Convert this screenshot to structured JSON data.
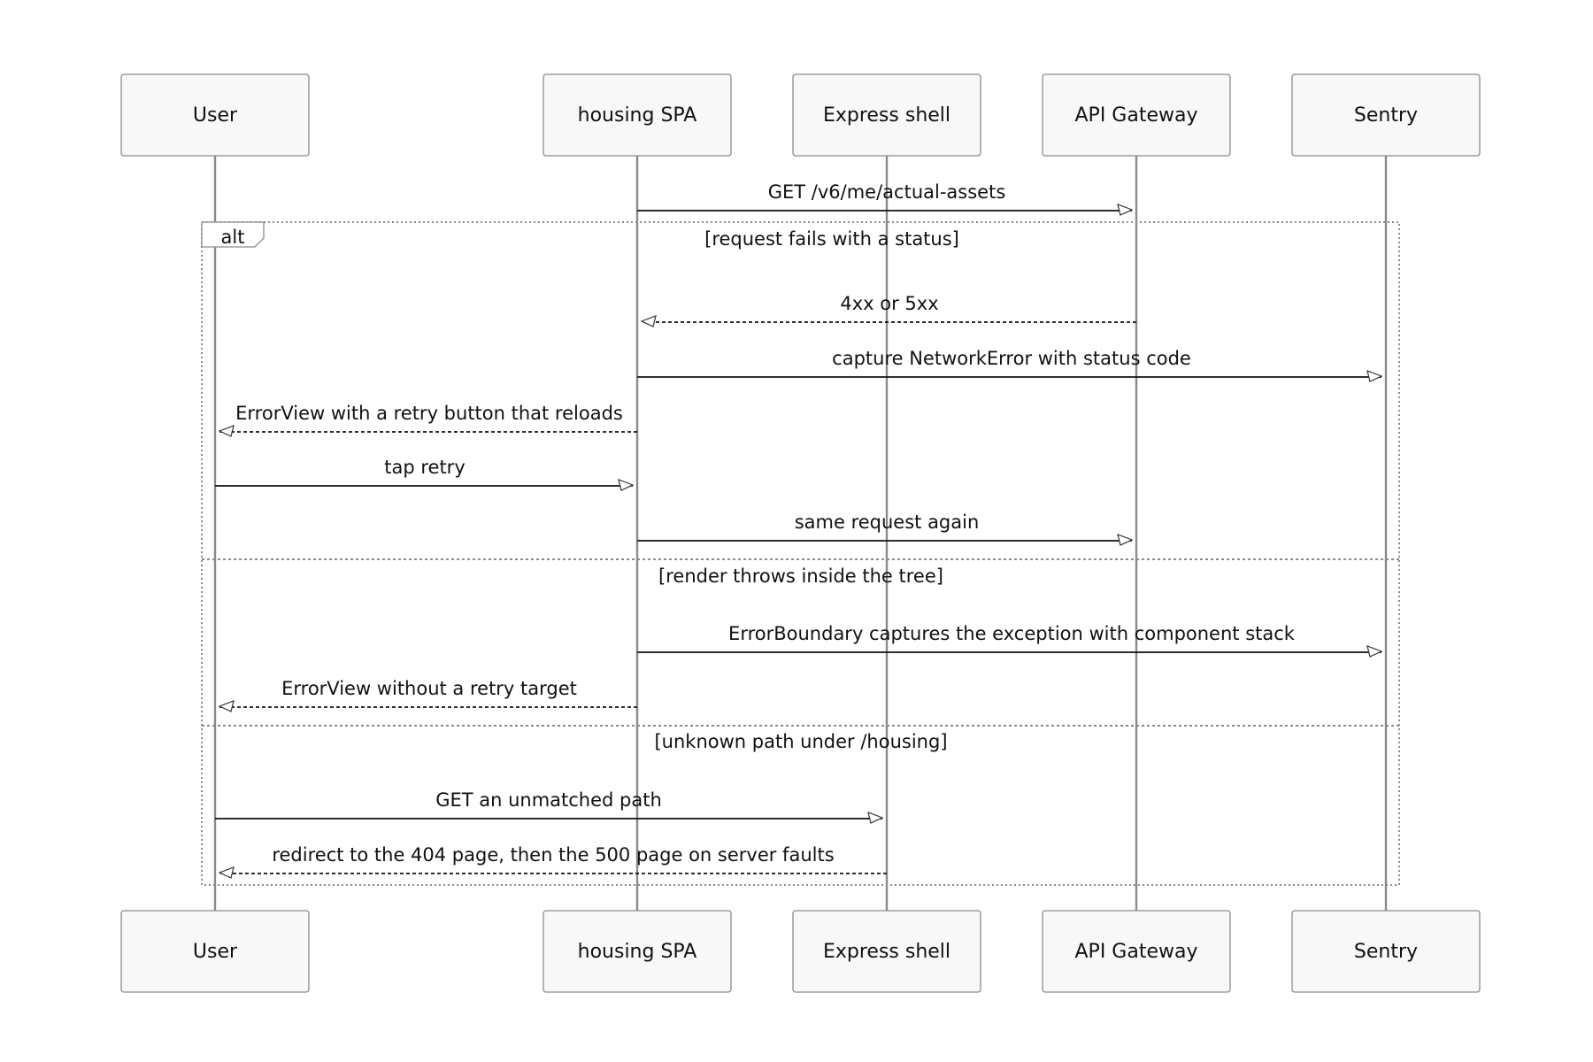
{
  "participants": [
    {
      "id": "user",
      "label": "User"
    },
    {
      "id": "spa",
      "label": "housing SPA"
    },
    {
      "id": "express",
      "label": "Express shell"
    },
    {
      "id": "gateway",
      "label": "API Gateway"
    },
    {
      "id": "sentry",
      "label": "Sentry"
    }
  ],
  "messages": [
    {
      "from": "spa",
      "to": "gateway",
      "label": "GET /v6/me/actual-assets",
      "style": "solid"
    },
    {
      "from": "gateway",
      "to": "spa",
      "label": "4xx or 5xx",
      "style": "dashed"
    },
    {
      "from": "spa",
      "to": "sentry",
      "label": "capture NetworkError with status code",
      "style": "solid"
    },
    {
      "from": "spa",
      "to": "user",
      "label": "ErrorView with a retry button that reloads",
      "style": "dashed"
    },
    {
      "from": "user",
      "to": "spa",
      "label": "tap retry",
      "style": "solid"
    },
    {
      "from": "spa",
      "to": "gateway",
      "label": "same request again",
      "style": "solid"
    },
    {
      "from": "spa",
      "to": "sentry",
      "label": "ErrorBoundary captures the exception with component stack",
      "style": "solid"
    },
    {
      "from": "spa",
      "to": "user",
      "label": "ErrorView without a retry target",
      "style": "dashed"
    },
    {
      "from": "user",
      "to": "express",
      "label": "GET an unmatched path",
      "style": "solid"
    },
    {
      "from": "express",
      "to": "user",
      "label": "redirect to the 404 page, then the 500 page on server faults",
      "style": "dashed"
    }
  ],
  "alt_frame": {
    "keyword": "alt",
    "branches": [
      {
        "guard": "[request fails with a status]"
      },
      {
        "guard": "[render throws inside the tree]"
      },
      {
        "guard": "[unknown path under /housing]"
      }
    ]
  }
}
